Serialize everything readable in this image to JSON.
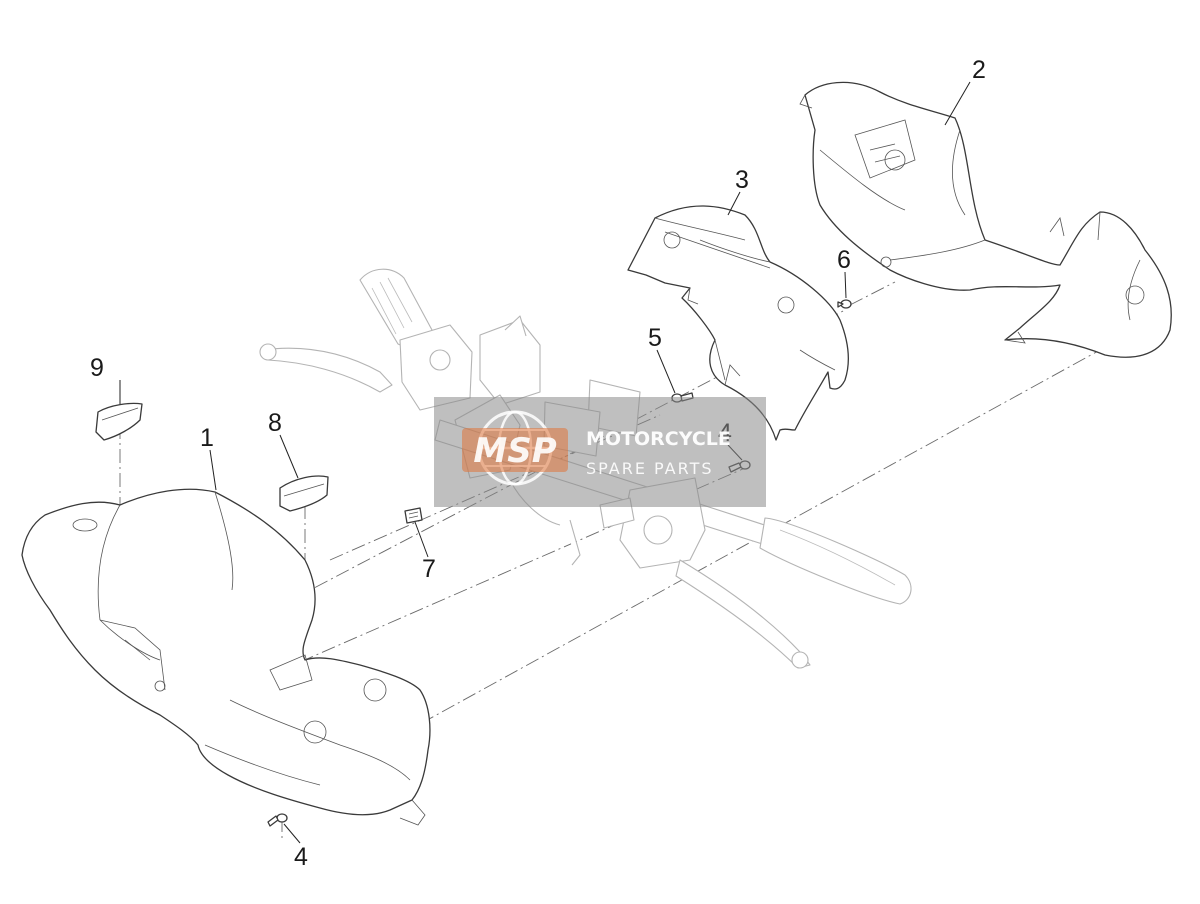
{
  "parts": [
    {
      "number": "1",
      "name": "front-handlebar-cover"
    },
    {
      "number": "2",
      "name": "rear-handlebar-cover"
    },
    {
      "number": "3",
      "name": "cover-upper-section"
    },
    {
      "number": "4",
      "name": "screw"
    },
    {
      "number": "4",
      "name": "screw"
    },
    {
      "number": "5",
      "name": "screw"
    },
    {
      "number": "6",
      "name": "screw"
    },
    {
      "number": "7",
      "name": "clip-nut"
    },
    {
      "number": "8",
      "name": "cap"
    },
    {
      "number": "9",
      "name": "cap"
    }
  ],
  "watermark": {
    "logo_text": "MSP",
    "line1": "MOTORCYCLE",
    "line2": "SPARE PARTS"
  },
  "colors": {
    "watermark_box": "#8a8a8a",
    "watermark_accent": "#e0743a"
  }
}
